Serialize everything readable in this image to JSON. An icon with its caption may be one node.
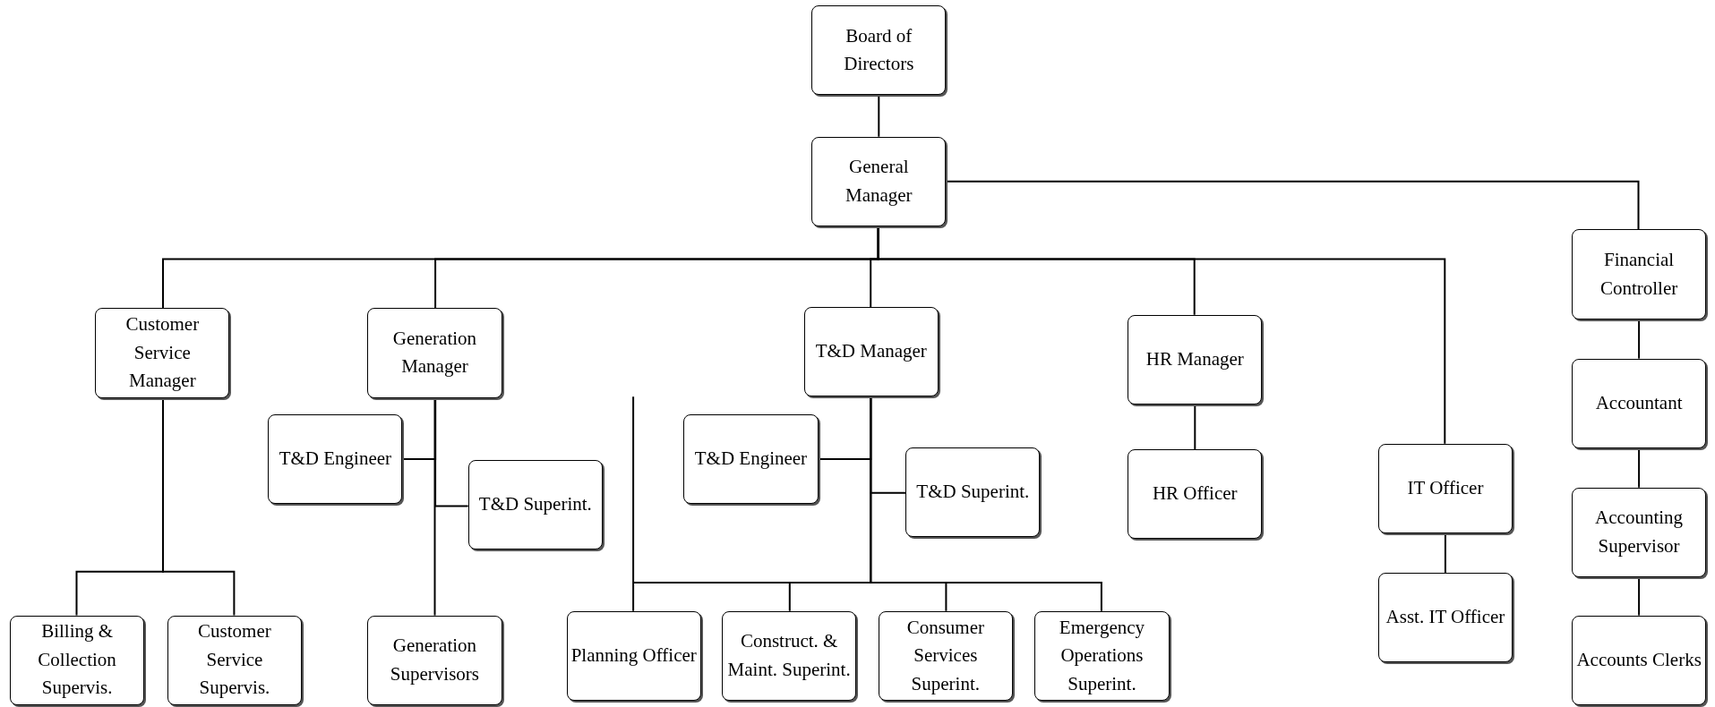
{
  "diagram": {
    "nodes": [
      {
        "text": [
          "Board of Directors"
        ]
      },
      {
        "text": [
          "General Manager"
        ]
      },
      {
        "text": [
          "Customer Service Manager"
        ]
      },
      {
        "text": [
          "Generation Manager"
        ]
      },
      {
        "text": [
          "T&D Engineer"
        ]
      },
      {
        "text": [
          "T&D Superint."
        ]
      },
      {
        "text": [
          "Generation Supervisors"
        ]
      },
      {
        "text": [
          "Billing & Collection Supervis."
        ]
      },
      {
        "text": [
          "Customer Service Supervis."
        ]
      },
      {
        "text": [
          "T&D Manager"
        ]
      },
      {
        "text": [
          "T&D Engineer"
        ]
      },
      {
        "text": [
          "T&D Superint."
        ]
      },
      {
        "text": [
          "Planning Officer"
        ]
      },
      {
        "text": [
          "Construct. & Maint. Superint."
        ]
      },
      {
        "text": [
          "Consumer Services Superint."
        ]
      },
      {
        "text": [
          "Emergency Operations Superint."
        ]
      },
      {
        "text": [
          "HR Manager"
        ]
      },
      {
        "text": [
          "HR Officer"
        ]
      },
      {
        "text": [
          "IT Officer"
        ]
      },
      {
        "text": [
          "Asst. IT Officer"
        ]
      },
      {
        "text": [
          "Financial Controller"
        ]
      },
      {
        "text": [
          "Accountant"
        ]
      },
      {
        "text": [
          "Accounting Supervisor"
        ]
      },
      {
        "text": [
          "Accounts Clerks"
        ]
      }
    ],
    "edges": [
      {
        "from": 0,
        "to": 1,
        "arrow": "none"
      },
      {
        "from": 1,
        "to": 2,
        "arrow": "none"
      },
      {
        "from": 1,
        "to": 3,
        "arrow": "none"
      },
      {
        "from": 1,
        "to": 9,
        "arrow": "none"
      },
      {
        "from": 1,
        "to": 16,
        "arrow": "none"
      },
      {
        "from": 1,
        "to": 18,
        "arrow": "none"
      },
      {
        "from": 1,
        "to": 20,
        "arrow": "none"
      },
      {
        "from": 2,
        "to": 7,
        "arrow": "none"
      },
      {
        "from": 2,
        "to": 8,
        "arrow": "none"
      },
      {
        "from": 3,
        "to": 4,
        "arrow": "none"
      },
      {
        "from": 3,
        "to": 5,
        "arrow": "none"
      },
      {
        "from": 3,
        "to": 6,
        "arrow": "none"
      },
      {
        "from": 9,
        "to": 10,
        "arrow": "none"
      },
      {
        "from": 9,
        "to": 11,
        "arrow": "none"
      },
      {
        "from": 9,
        "to": 12,
        "arrow": "none"
      },
      {
        "from": 9,
        "to": 13,
        "arrow": "none"
      },
      {
        "from": 9,
        "to": 14,
        "arrow": "none"
      },
      {
        "from": 9,
        "to": 15,
        "arrow": "none"
      },
      {
        "from": 16,
        "to": 17,
        "arrow": "none"
      },
      {
        "from": 18,
        "to": 19,
        "arrow": "none"
      },
      {
        "from": 20,
        "to": 21,
        "arrow": "none"
      },
      {
        "from": 21,
        "to": 22,
        "arrow": "none"
      },
      {
        "from": 22,
        "to": 23,
        "arrow": "none"
      }
    ]
  }
}
